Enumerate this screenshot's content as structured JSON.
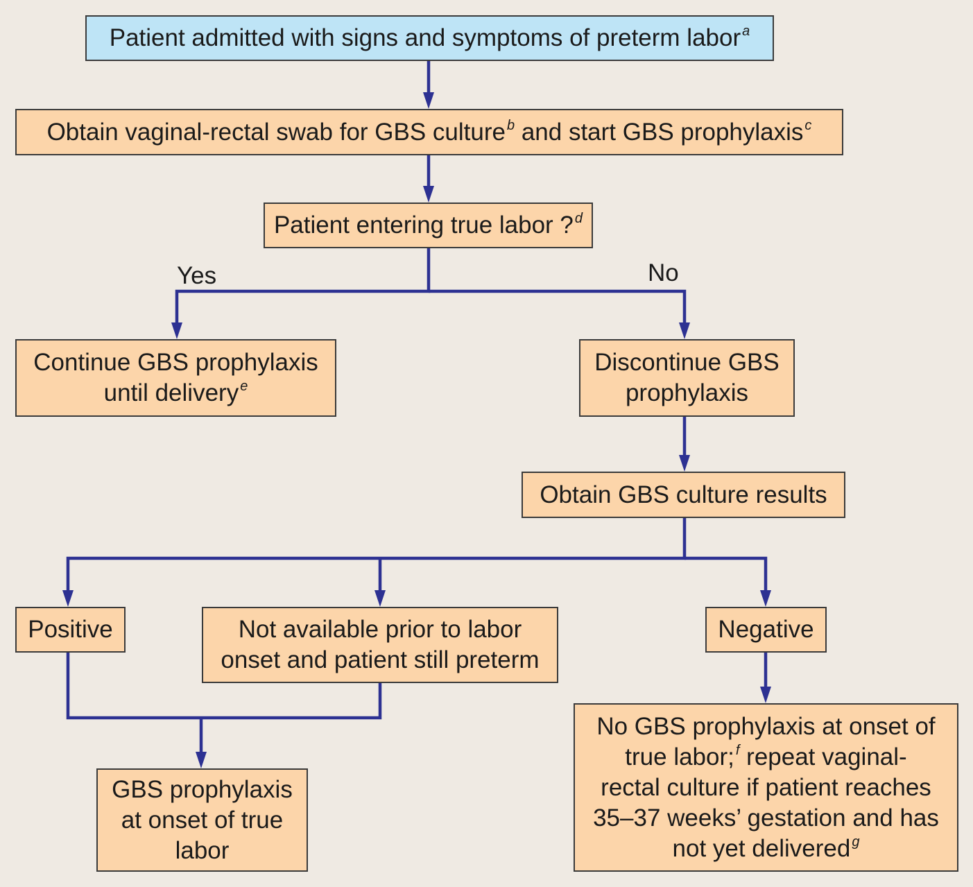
{
  "nodes": {
    "admitted": {
      "text": "Patient admitted with signs and symptoms of preterm labor",
      "note": "a"
    },
    "swab": {
      "text": "Obtain vaginal-rectal swab for GBS culture",
      "note": "b",
      "text_2": " and start GBS prophylaxis",
      "note_2": "c"
    },
    "true_labor": {
      "text": "Patient entering true labor ?",
      "note": "d"
    },
    "continue_prophylaxis": {
      "line_1": "Continue GBS prophylaxis",
      "line_2": "until delivery",
      "note": "e"
    },
    "discontinue_prophylaxis": {
      "line_1": "Discontinue GBS",
      "line_2": "prophylaxis"
    },
    "culture_results": {
      "text": "Obtain GBS culture results"
    },
    "positive": {
      "text": "Positive"
    },
    "not_available": {
      "line_1": "Not available prior to labor",
      "line_2": "onset and patient still preterm"
    },
    "negative": {
      "text": "Negative"
    },
    "prophylaxis_at_onset": {
      "line_1": "GBS prophylaxis",
      "line_2": "at onset of true",
      "line_3": "labor"
    },
    "no_prophylaxis": {
      "line_1": "No GBS prophylaxis at onset of",
      "line_2": "true labor;",
      "note": "f",
      "line_2_cont": " repeat vaginal-",
      "line_3": "rectal culture if patient reaches",
      "line_4": "35–37 weeks’ gestation and has",
      "line_5": "not yet delivered",
      "note_2": "g"
    }
  },
  "edge_labels": {
    "yes": "Yes",
    "no": "No"
  },
  "colors": {
    "background": "#efeae3",
    "start_fill": "#bee4f6",
    "step_fill": "#fcd5aa",
    "border": "#3a3a3a",
    "edge": "#2d3192"
  }
}
